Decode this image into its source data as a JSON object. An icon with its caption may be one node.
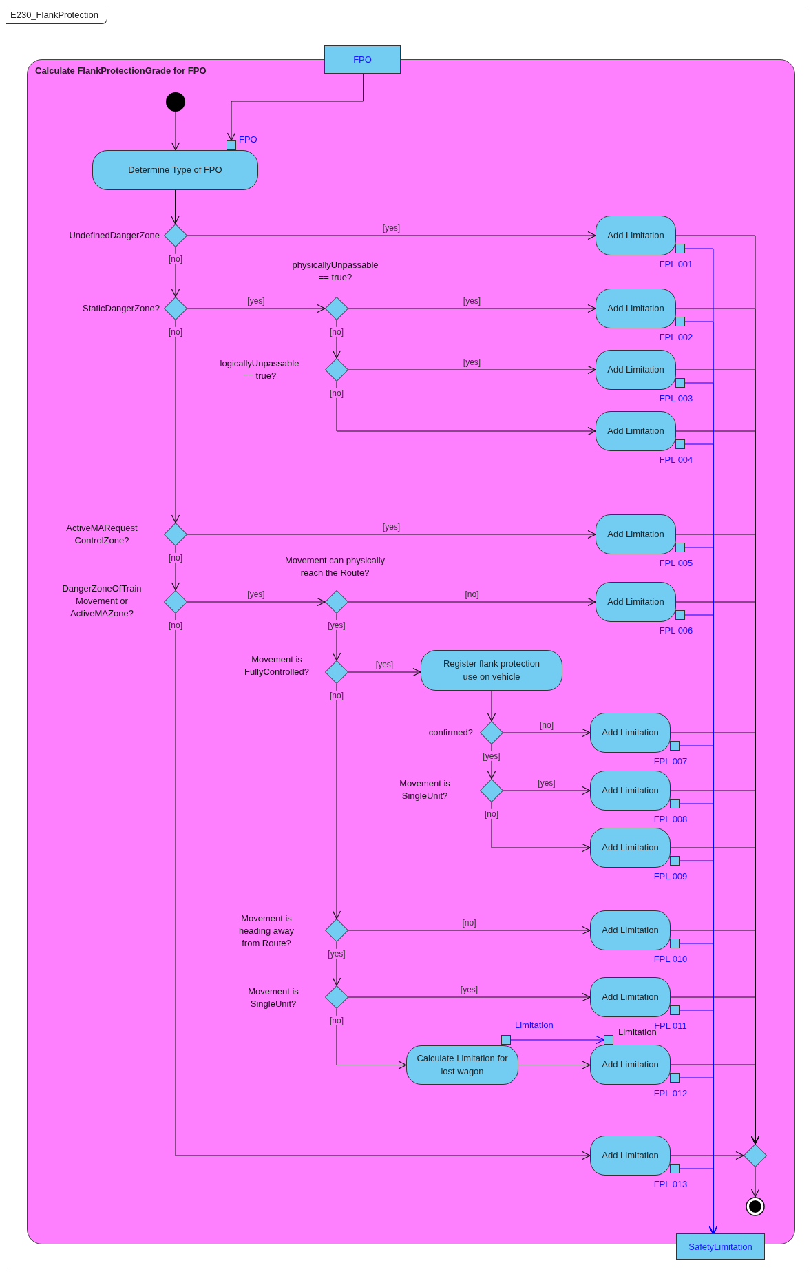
{
  "diagram": {
    "nodes": [
      {
        "text": [
          "E230_FlankProtection"
        ]
      },
      {
        "text": [
          "Calculate FlankProtectionGrade for FPO"
        ],
        "in": 0
      },
      {
        "text": [
          "FPO"
        ],
        "in": 0
      },
      {
        "text": [],
        "shape": "circle",
        "in": 1
      },
      {
        "text": [],
        "shape": "box",
        "beside": [
          "FPO"
        ],
        "in": 1
      },
      {
        "text": [
          "Determine Type of FPO"
        ],
        "in": 1
      },
      {
        "text": [],
        "shape": "diamond",
        "beside": [
          "UndefinedDangerZone"
        ],
        "in": 1
      },
      {
        "text": [
          "Add Limitation"
        ],
        "in": 1
      },
      {
        "text": [],
        "shape": "box",
        "beside": [
          "FPL 001"
        ],
        "in": 1
      },
      {
        "text": [],
        "shape": "diamond",
        "beside": [
          "StaticDangerZone?"
        ],
        "in": 1
      },
      {
        "text": [],
        "shape": "diamond",
        "beside": [
          "physicallyUnpassable == true?"
        ],
        "in": 1
      },
      {
        "text": [
          "Add Limitation"
        ],
        "in": 1
      },
      {
        "text": [],
        "shape": "box",
        "beside": [
          "FPL 002"
        ],
        "in": 1
      },
      {
        "text": [],
        "shape": "diamond",
        "beside": [
          "logicallyUnpassable == true?"
        ],
        "in": 1
      },
      {
        "text": [
          "Add Limitation"
        ],
        "in": 1
      },
      {
        "text": [],
        "shape": "box",
        "beside": [
          "FPL 003"
        ],
        "in": 1
      },
      {
        "text": [
          "Add Limitation"
        ],
        "in": 1
      },
      {
        "text": [],
        "shape": "box",
        "beside": [
          "FPL 004"
        ],
        "in": 1
      },
      {
        "text": [],
        "shape": "diamond",
        "beside": [
          "ActiveMARequest ControlZone?"
        ],
        "in": 1
      },
      {
        "text": [
          "Add Limitation"
        ],
        "in": 1
      },
      {
        "text": [],
        "shape": "box",
        "beside": [
          "FPL 005"
        ],
        "in": 1
      },
      {
        "text": [],
        "shape": "diamond",
        "beside": [
          "DangerZoneOfTrain Movement or ActiveMAZone?"
        ],
        "in": 1
      },
      {
        "text": [],
        "shape": "diamond",
        "beside": [
          "Movement can physically reach the Route?"
        ],
        "in": 1
      },
      {
        "text": [
          "Add Limitation"
        ],
        "in": 1
      },
      {
        "text": [],
        "shape": "box",
        "beside": [
          "FPL 006"
        ],
        "in": 1
      },
      {
        "text": [],
        "shape": "diamond",
        "beside": [
          "Movement is FullyControlled?"
        ],
        "in": 1
      },
      {
        "text": [
          "Register flank protection use on vehicle"
        ],
        "in": 1
      },
      {
        "text": [],
        "shape": "diamond",
        "beside": [
          "confirmed?"
        ],
        "in": 1
      },
      {
        "text": [
          "Add Limitation"
        ],
        "in": 1
      },
      {
        "text": [],
        "shape": "box",
        "beside": [
          "FPL 007"
        ],
        "in": 1
      },
      {
        "text": [],
        "shape": "diamond",
        "beside": [
          "Movement is SingleUnit?"
        ],
        "in": 1
      },
      {
        "text": [
          "Add Limitation"
        ],
        "in": 1
      },
      {
        "text": [],
        "shape": "box",
        "beside": [
          "FPL 008"
        ],
        "in": 1
      },
      {
        "text": [
          "Add Limitation"
        ],
        "in": 1
      },
      {
        "text": [],
        "shape": "box",
        "beside": [
          "FPL 009"
        ],
        "in": 1
      },
      {
        "text": [],
        "shape": "diamond",
        "beside": [
          "Movement is heading away from Route?"
        ],
        "in": 1
      },
      {
        "text": [
          "Add Limitation"
        ],
        "in": 1
      },
      {
        "text": [],
        "shape": "box",
        "beside": [
          "FPL 010"
        ],
        "in": 1
      },
      {
        "text": [],
        "shape": "diamond",
        "beside": [
          "Movement is SingleUnit?"
        ],
        "in": 1
      },
      {
        "text": [
          "Add Limitation"
        ],
        "in": 1
      },
      {
        "text": [],
        "shape": "box",
        "beside": [
          "FPL 011"
        ],
        "in": 1
      },
      {
        "text": [],
        "shape": "box",
        "beside": [
          "Limitation"
        ],
        "in": 1
      },
      {
        "text": [],
        "shape": "box",
        "beside": [
          "Limitation"
        ],
        "in": 1
      },
      {
        "text": [
          "Calculate Limitation for lost wagon"
        ],
        "in": 1
      },
      {
        "text": [
          "Add Limitation"
        ],
        "in": 1
      },
      {
        "text": [],
        "shape": "box",
        "beside": [
          "FPL 012"
        ],
        "in": 1
      },
      {
        "text": [
          "Add Limitation"
        ],
        "in": 1
      },
      {
        "text": [],
        "shape": "box",
        "beside": [
          "FPL 013"
        ],
        "in": 1
      },
      {
        "text": [],
        "shape": "diamond",
        "in": 1
      },
      {
        "text": [],
        "shape": "circle",
        "in": 1
      },
      {
        "text": [
          "SafetyLimitation"
        ],
        "in": 0
      }
    ],
    "edges": [
      {
        "from": 2,
        "to": 4,
        "arrow": "to"
      },
      {
        "from": 3,
        "to": 5,
        "arrow": "to"
      },
      {
        "from": 5,
        "to": 6,
        "arrow": "to"
      },
      {
        "from": 6,
        "to": 7,
        "arrow": "to",
        "label": "[yes]"
      },
      {
        "from": 6,
        "to": 9,
        "arrow": "to",
        "label": "[no]"
      },
      {
        "from": 9,
        "to": 10,
        "arrow": "to",
        "label": "[yes]"
      },
      {
        "from": 9,
        "to": 18,
        "arrow": "to",
        "label": "[no]"
      },
      {
        "from": 10,
        "to": 11,
        "arrow": "to",
        "label": "[yes]"
      },
      {
        "from": 10,
        "to": 13,
        "arrow": "to",
        "label": "[no]"
      },
      {
        "from": 13,
        "to": 14,
        "arrow": "to",
        "label": "[yes]"
      },
      {
        "from": 13,
        "to": 16,
        "arrow": "to",
        "label": "[no]"
      },
      {
        "from": 18,
        "to": 19,
        "arrow": "to",
        "label": "[yes]"
      },
      {
        "from": 18,
        "to": 21,
        "arrow": "to",
        "label": "[no]"
      },
      {
        "from": 21,
        "to": 22,
        "arrow": "to",
        "label": "[yes]"
      },
      {
        "from": 21,
        "to": 46,
        "arrow": "to",
        "label": "[no]"
      },
      {
        "from": 22,
        "to": 23,
        "arrow": "to",
        "label": "[no]"
      },
      {
        "from": 22,
        "to": 25,
        "arrow": "to",
        "label": "[yes]"
      },
      {
        "from": 25,
        "to": 26,
        "arrow": "to",
        "label": "[yes]"
      },
      {
        "from": 25,
        "to": 35,
        "arrow": "to",
        "label": "[no]"
      },
      {
        "from": 26,
        "to": 27,
        "arrow": "to"
      },
      {
        "from": 27,
        "to": 28,
        "arrow": "to",
        "label": "[no]"
      },
      {
        "from": 27,
        "to": 30,
        "arrow": "to",
        "label": "[yes]"
      },
      {
        "from": 30,
        "to": 31,
        "arrow": "to",
        "label": "[yes]"
      },
      {
        "from": 30,
        "to": 33,
        "arrow": "to",
        "label": "[no]"
      },
      {
        "from": 35,
        "to": 36,
        "arrow": "to",
        "label": "[no]"
      },
      {
        "from": 35,
        "to": 38,
        "arrow": "to",
        "label": "[yes]"
      },
      {
        "from": 38,
        "to": 39,
        "arrow": "to",
        "label": "[yes]"
      },
      {
        "from": 38,
        "to": 43,
        "arrow": "to",
        "label": "[no]"
      },
      {
        "from": 43,
        "to": 44,
        "arrow": "to"
      },
      {
        "from": 41,
        "to": 42,
        "arrow": "to",
        "color": "#0000ff"
      },
      {
        "from": 7,
        "to": 48,
        "arrow": "to"
      },
      {
        "from": 11,
        "to": 48,
        "arrow": "to"
      },
      {
        "from": 14,
        "to": 48,
        "arrow": "to"
      },
      {
        "from": 16,
        "to": 48,
        "arrow": "to"
      },
      {
        "from": 19,
        "to": 48,
        "arrow": "to"
      },
      {
        "from": 23,
        "to": 48,
        "arrow": "to"
      },
      {
        "from": 28,
        "to": 48,
        "arrow": "to"
      },
      {
        "from": 31,
        "to": 48,
        "arrow": "to"
      },
      {
        "from": 33,
        "to": 48,
        "arrow": "to"
      },
      {
        "from": 36,
        "to": 48,
        "arrow": "to"
      },
      {
        "from": 39,
        "to": 48,
        "arrow": "to"
      },
      {
        "from": 44,
        "to": 48,
        "arrow": "to"
      },
      {
        "from": 46,
        "to": 48,
        "arrow": "to"
      },
      {
        "from": 8,
        "to": 50,
        "arrow": "to",
        "color": "#0000ff"
      },
      {
        "from": 12,
        "to": 50,
        "arrow": "to",
        "color": "#0000ff"
      },
      {
        "from": 15,
        "to": 50,
        "arrow": "to",
        "color": "#0000ff"
      },
      {
        "from": 17,
        "to": 50,
        "arrow": "to",
        "color": "#0000ff"
      },
      {
        "from": 20,
        "to": 50,
        "arrow": "to",
        "color": "#0000ff"
      },
      {
        "from": 24,
        "to": 50,
        "arrow": "to",
        "color": "#0000ff"
      },
      {
        "from": 29,
        "to": 50,
        "arrow": "to",
        "color": "#0000ff"
      },
      {
        "from": 32,
        "to": 50,
        "arrow": "to",
        "color": "#0000ff"
      },
      {
        "from": 34,
        "to": 50,
        "arrow": "to",
        "color": "#0000ff"
      },
      {
        "from": 37,
        "to": 50,
        "arrow": "to",
        "color": "#0000ff"
      },
      {
        "from": 40,
        "to": 50,
        "arrow": "to",
        "color": "#0000ff"
      },
      {
        "from": 45,
        "to": 50,
        "arrow": "to",
        "color": "#0000ff"
      },
      {
        "from": 47,
        "to": 50,
        "arrow": "to",
        "color": "#0000ff"
      },
      {
        "from": 48,
        "to": 49,
        "arrow": "to"
      }
    ]
  }
}
